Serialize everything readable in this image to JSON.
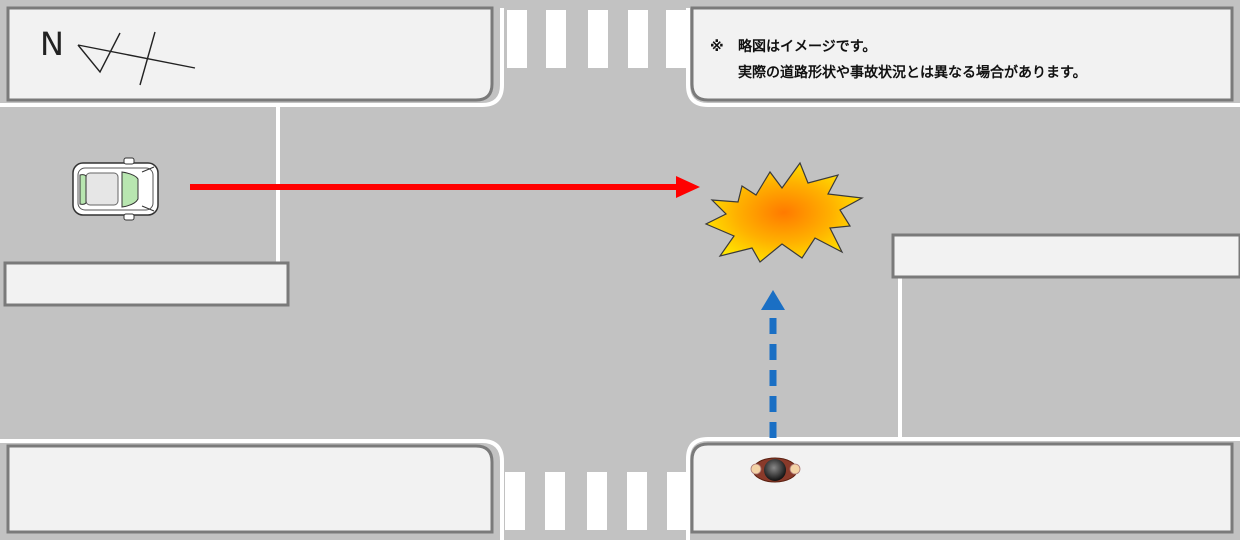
{
  "compass": {
    "letter": "N",
    "icon": "north-arrow-icon"
  },
  "note": {
    "mark": "※",
    "line1": "略図はイメージです。",
    "line2": "実際の道路形状や事故状況とは異なる場合があります。"
  },
  "colors": {
    "road": "#c2c2c2",
    "sidewalk": "#f2f2f2",
    "curb": "#7a7a7a",
    "crosswalk": "#ffffff",
    "car_path": "#ff0000",
    "pedestrian_path": "#1a6fc4",
    "impact": "#ffd400",
    "impact_core": "#ff8c00"
  },
  "icons": [
    "car-icon",
    "pedestrian-icon",
    "collision-burst-icon"
  ]
}
